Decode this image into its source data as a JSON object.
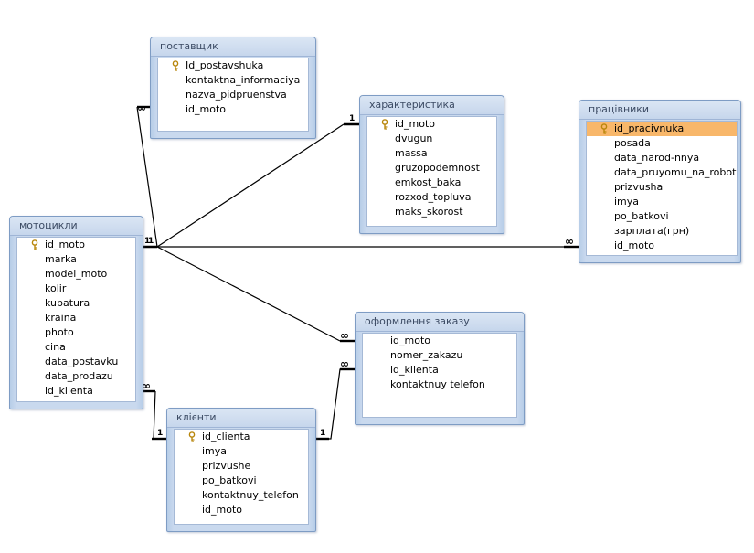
{
  "tables": {
    "postavshchik": {
      "title": "поставщик",
      "fields": [
        {
          "name": "Id_postavshuka",
          "key": true
        },
        {
          "name": "kontaktna_informaciya"
        },
        {
          "name": "nazva_pidpruenstva"
        },
        {
          "name": "id_moto"
        }
      ]
    },
    "kharakteristika": {
      "title": "характеристика",
      "fields": [
        {
          "name": "id_moto",
          "key": true
        },
        {
          "name": "dvugun"
        },
        {
          "name": "massa"
        },
        {
          "name": "gruzopodemnost"
        },
        {
          "name": "emkost_baka"
        },
        {
          "name": "rozxod_topluva"
        },
        {
          "name": "maks_skorost"
        }
      ]
    },
    "pratsivnyky": {
      "title": "працівники",
      "fields": [
        {
          "name": "id_pracivnuka",
          "key": true,
          "selected": true
        },
        {
          "name": "posada"
        },
        {
          "name": "data_narod-nnya"
        },
        {
          "name": "data_pruyomu_na_robotu"
        },
        {
          "name": "prizvusha"
        },
        {
          "name": "imya"
        },
        {
          "name": "po_batkovi"
        },
        {
          "name": "зарплата(грн)"
        },
        {
          "name": "id_moto"
        }
      ]
    },
    "mototsykly": {
      "title": "мотоцикли",
      "fields": [
        {
          "name": "id_moto",
          "key": true
        },
        {
          "name": "marka"
        },
        {
          "name": "model_moto"
        },
        {
          "name": "kolir"
        },
        {
          "name": "kubatura"
        },
        {
          "name": "kraina"
        },
        {
          "name": "photo"
        },
        {
          "name": "cina"
        },
        {
          "name": "data_postavku"
        },
        {
          "name": "data_prodazu"
        },
        {
          "name": "id_klienta"
        }
      ]
    },
    "oformlennya": {
      "title": "оформлення заказу",
      "fields": [
        {
          "name": "id_moto"
        },
        {
          "name": "nomer_zakazu"
        },
        {
          "name": "id_klienta"
        },
        {
          "name": "kontaktnuy telefon"
        }
      ]
    },
    "klienty": {
      "title": "клієнти",
      "fields": [
        {
          "name": "id_clienta",
          "key": true
        },
        {
          "name": "imya"
        },
        {
          "name": "prizvushe"
        },
        {
          "name": "po_batkovi"
        },
        {
          "name": "kontaktnuy_telefon"
        },
        {
          "name": "id_moto"
        }
      ]
    }
  },
  "relationship_labels": {
    "one": "1",
    "many": "∞"
  }
}
